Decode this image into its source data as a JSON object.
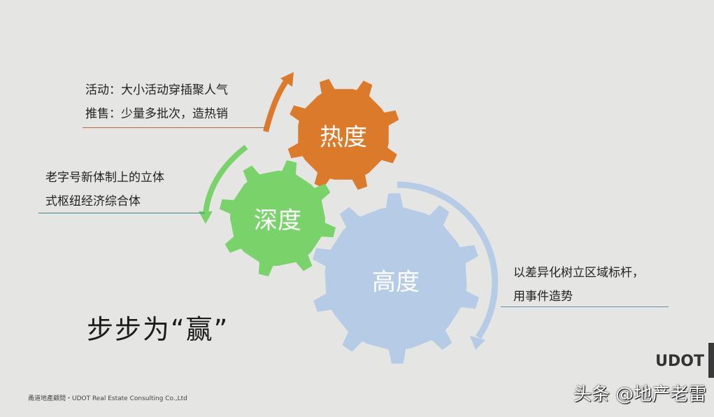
{
  "gears": [
    {
      "label": "热度",
      "color": "#dc7a2c"
    },
    {
      "label": "深度",
      "color": "#7ad36a"
    },
    {
      "label": "高度",
      "color": "#b6cbe6"
    }
  ],
  "notes": {
    "heat": [
      "活动：大小活动穿插聚人气",
      "推售：少量多批次，造热销"
    ],
    "depth": [
      "老字号新体制上的立体",
      "式枢纽经济综合体"
    ],
    "height": [
      "以差异化树立区域标杆，",
      "用事件造势"
    ]
  },
  "title": "步步为“赢”",
  "footer": "甬道地產顧問・UDOT Real Estate Consulting Co.,Ltd",
  "logo": "UDOT",
  "watermark": "头条 @地产老雷"
}
